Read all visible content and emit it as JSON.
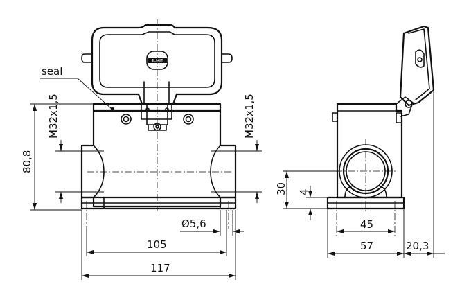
{
  "labels": {
    "seal": "seal",
    "logo": "ILME"
  },
  "dimensions": {
    "front_height": "80,8",
    "thread_left": "M32x1,5",
    "thread_right": "M32x1,5",
    "hole_diameter": "Ø5,6",
    "hole_spacing": "105",
    "base_width": "117",
    "side_height": "30",
    "side_flange": "4",
    "side_hole_spacing": "45",
    "side_base_width": "57",
    "side_lever_offset": "20,3"
  }
}
